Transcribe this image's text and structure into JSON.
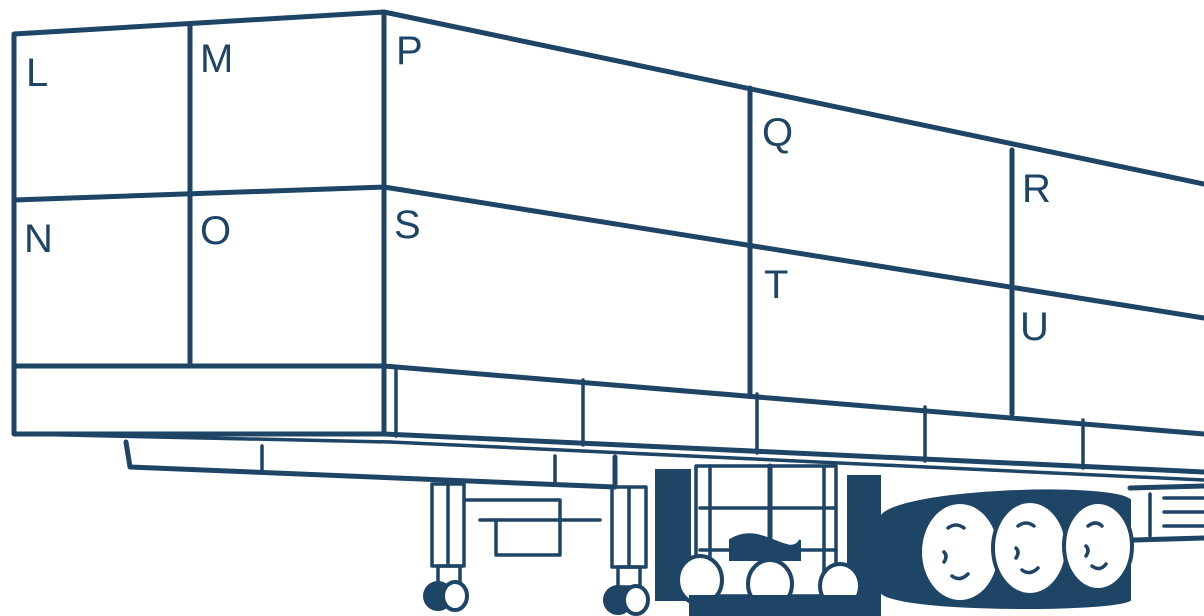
{
  "diagram": {
    "line_color": "#1e4466",
    "background": "#ffffff",
    "sections": {
      "L": "L",
      "M": "M",
      "N": "N",
      "O": "O",
      "P": "P",
      "Q": "Q",
      "R": "R",
      "S": "S",
      "T": "T",
      "U": "U"
    }
  }
}
